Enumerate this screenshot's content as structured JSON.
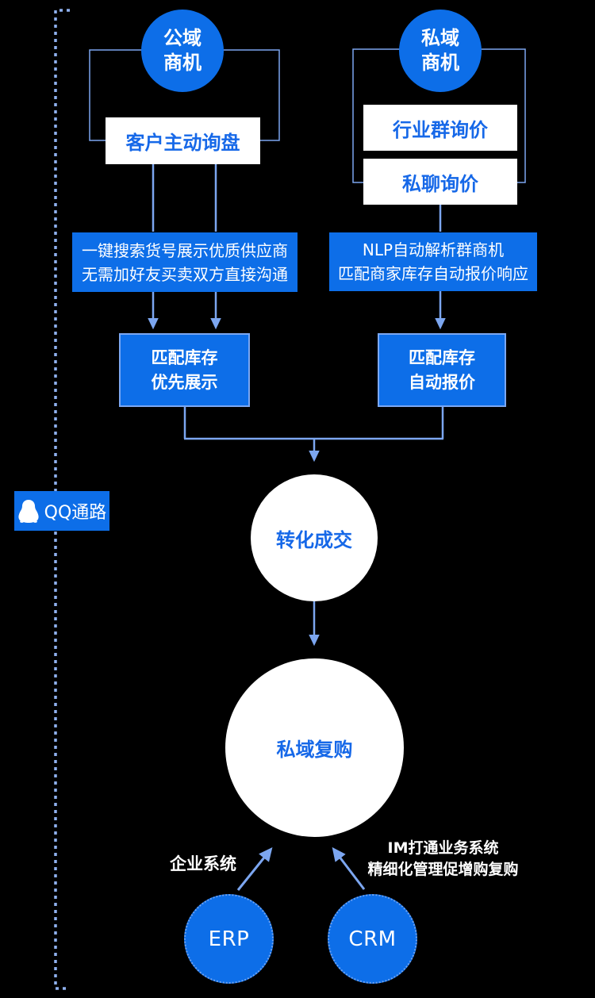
{
  "colors": {
    "background": "#000000",
    "primary_blue": "#0D6EE8",
    "connector_blue": "#7CA6F0",
    "dotted_rail_blue": "#8FB1F0",
    "text_blue": "#1668E8",
    "white": "#FFFFFF"
  },
  "qq_channel": {
    "label": "QQ通路",
    "icon": "qq-penguin-icon"
  },
  "left_flow": {
    "source_circle": {
      "line1": "公域",
      "line2": "商机"
    },
    "entry_box": "客户主动询盘",
    "desc_box": {
      "line1": "一键搜索货号展示优质供应商",
      "line2": "无需加好友买卖双方直接沟通"
    },
    "match_box": {
      "line1": "匹配库存",
      "line2": "优先展示"
    }
  },
  "right_flow": {
    "source_circle": {
      "line1": "私域",
      "line2": "商机"
    },
    "entry_boxes": [
      "行业群询价",
      "私聊询价"
    ],
    "desc_box": {
      "line1": "NLP自动解析群商机",
      "line2": "匹配商家库存自动报价响应"
    },
    "match_box": {
      "line1": "匹配库存",
      "line2": "自动报价"
    }
  },
  "conversion_circle": {
    "label": "转化成交"
  },
  "repurchase_circle": {
    "label": "私域复购"
  },
  "systems": {
    "erp_label": "ERP",
    "crm_label": "CRM",
    "left_note": "企业系统",
    "right_note": {
      "line1": "IM打通业务系统",
      "line2": "精细化管理促增购复购"
    }
  }
}
